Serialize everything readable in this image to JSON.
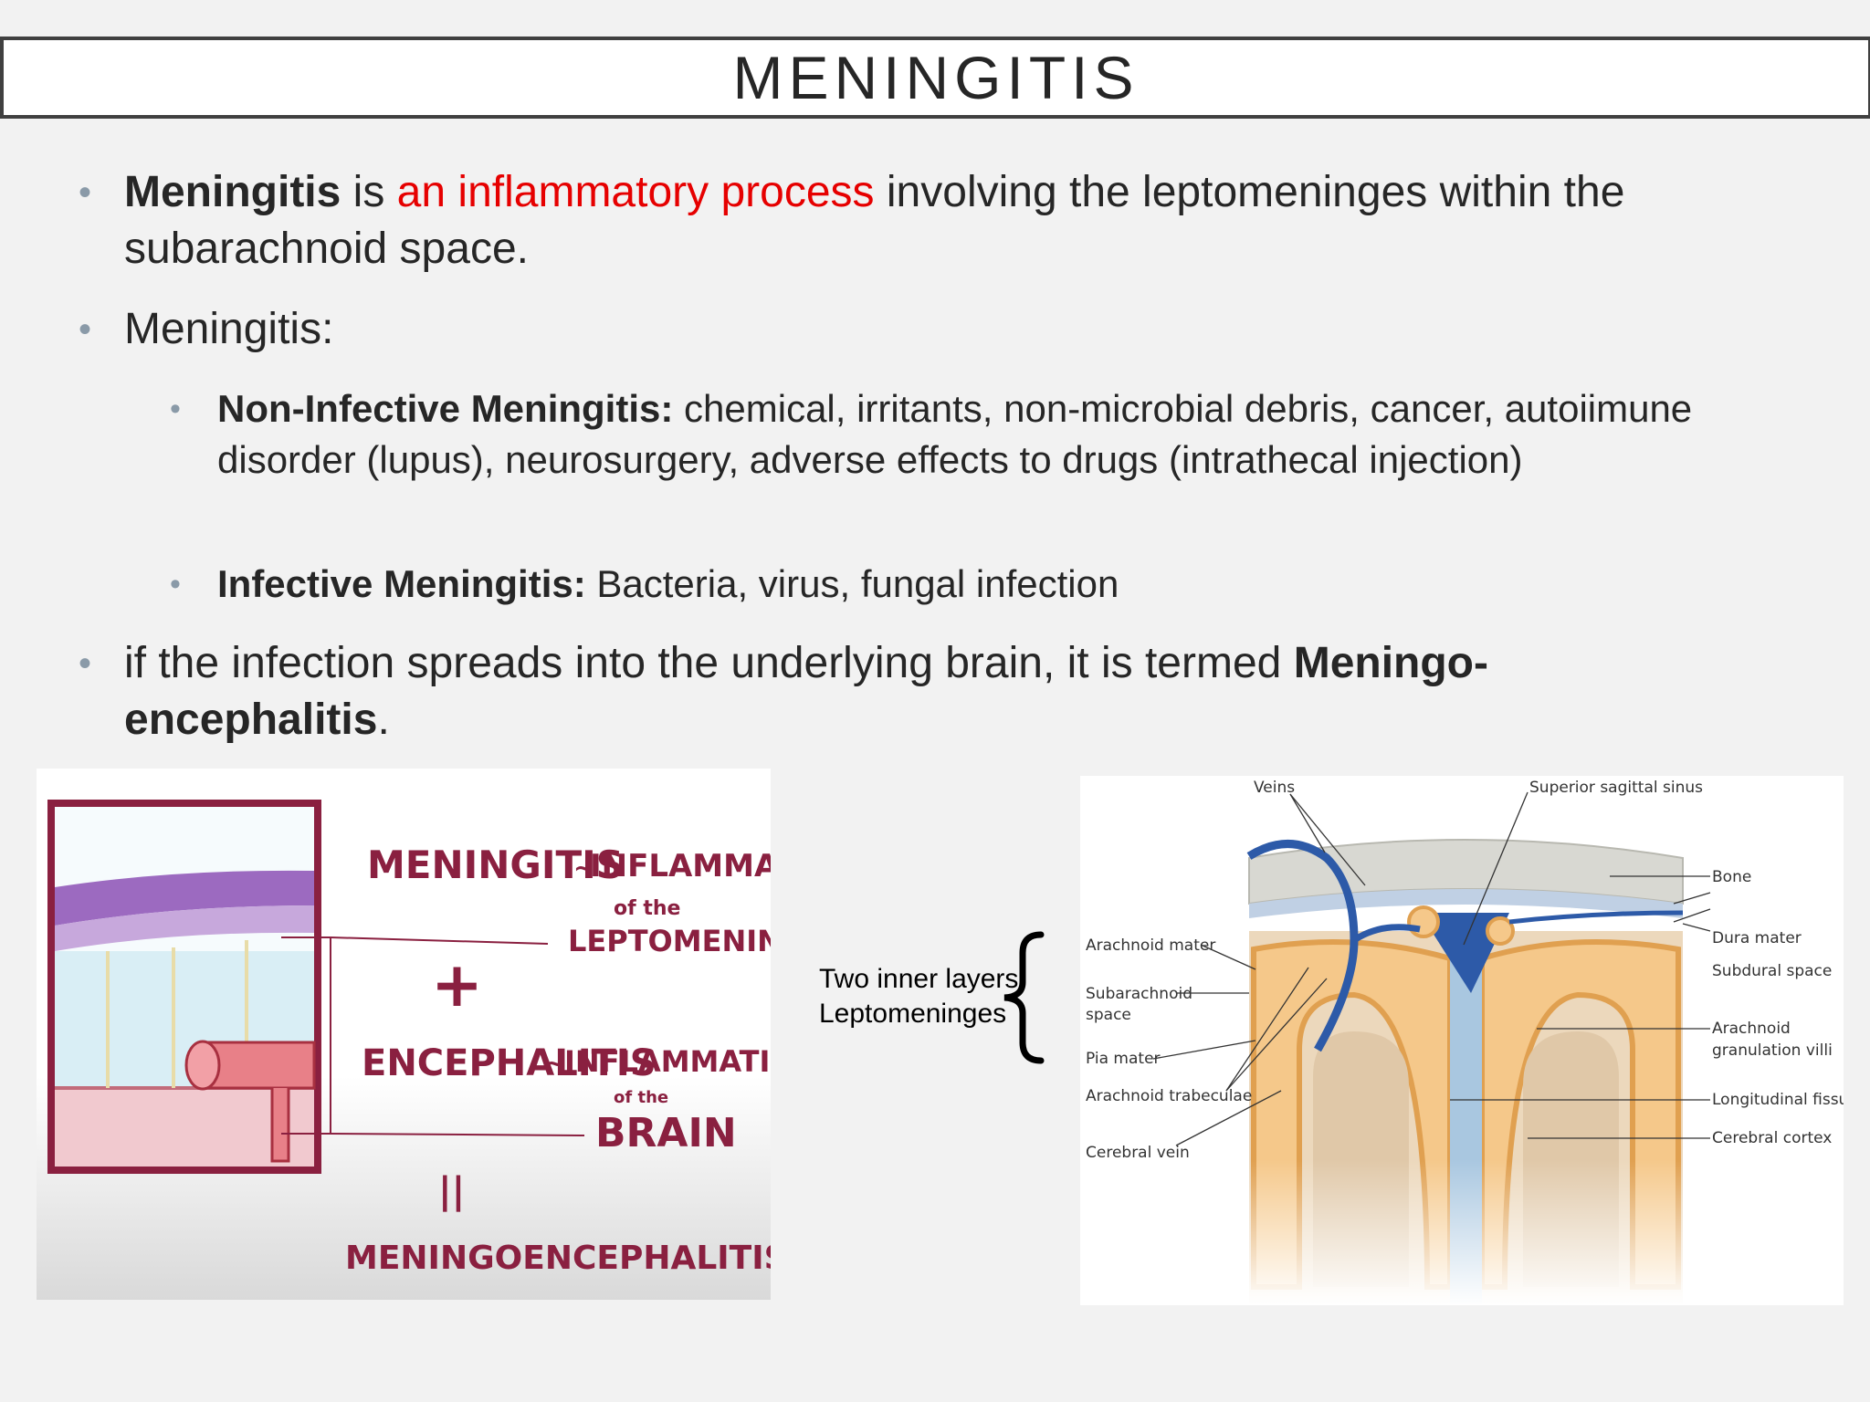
{
  "slide": {
    "title": "MENINGITIS",
    "bullet1": {
      "term": "Meningitis",
      "is": " is ",
      "highlight": "an inflammatory process",
      "rest": " involving the leptomeninges within the subarachnoid space."
    },
    "bullet2": {
      "text": "Meningitis:"
    },
    "sub1": {
      "term": "Non-Infective Meningitis:",
      "text": "  chemical,  irritants, non-microbial debris, cancer, autoiimune disorder (lupus), neurosurgery, adverse effects to drugs (intrathecal injection)"
    },
    "sub2": {
      "term": "Infective Meningitis:",
      "text": "  Bacteria, virus, fungal infection"
    },
    "bullet3": {
      "text": "if the infection spreads into the underlying brain, it is termed ",
      "term": "Meningo-encephalitis",
      "end": "."
    },
    "bullet_glyph": "•"
  },
  "left_figure": {
    "line1a": "MENINGITIS",
    "tilde1": "~",
    "line1b": "INFLAMMATION",
    "line1c": "of the",
    "line1d": "LEPTOMENINGES",
    "plus": "+",
    "line2a": "ENCEPHALITIS",
    "tilde2": "~",
    "line2b": "INFLAMMATION",
    "line2c": "of the",
    "line2d": "BRAIN",
    "equals": "||",
    "line3": "MENINGOENCEPHALITIS"
  },
  "callout": {
    "line1": "Two inner layers",
    "line2": "Leptomeninges"
  },
  "right_figure": {
    "labels": {
      "veins": "Veins",
      "sinus": "Superior sagittal sinus",
      "bone": "Bone",
      "dura": "Dura mater",
      "subdural": "Subdural space",
      "arachnoid_mater": "Arachnoid mater",
      "subarachnoid1": "Subarachnoid",
      "subarachnoid2": "space",
      "pia": "Pia mater",
      "trabeculae": "Arachnoid trabeculae",
      "cerebral_vein": "Cerebral vein",
      "villi1": "Arachnoid",
      "villi2": "granulation villi",
      "fissure": "Longitudinal fissure",
      "cortex": "Cerebral cortex"
    }
  }
}
